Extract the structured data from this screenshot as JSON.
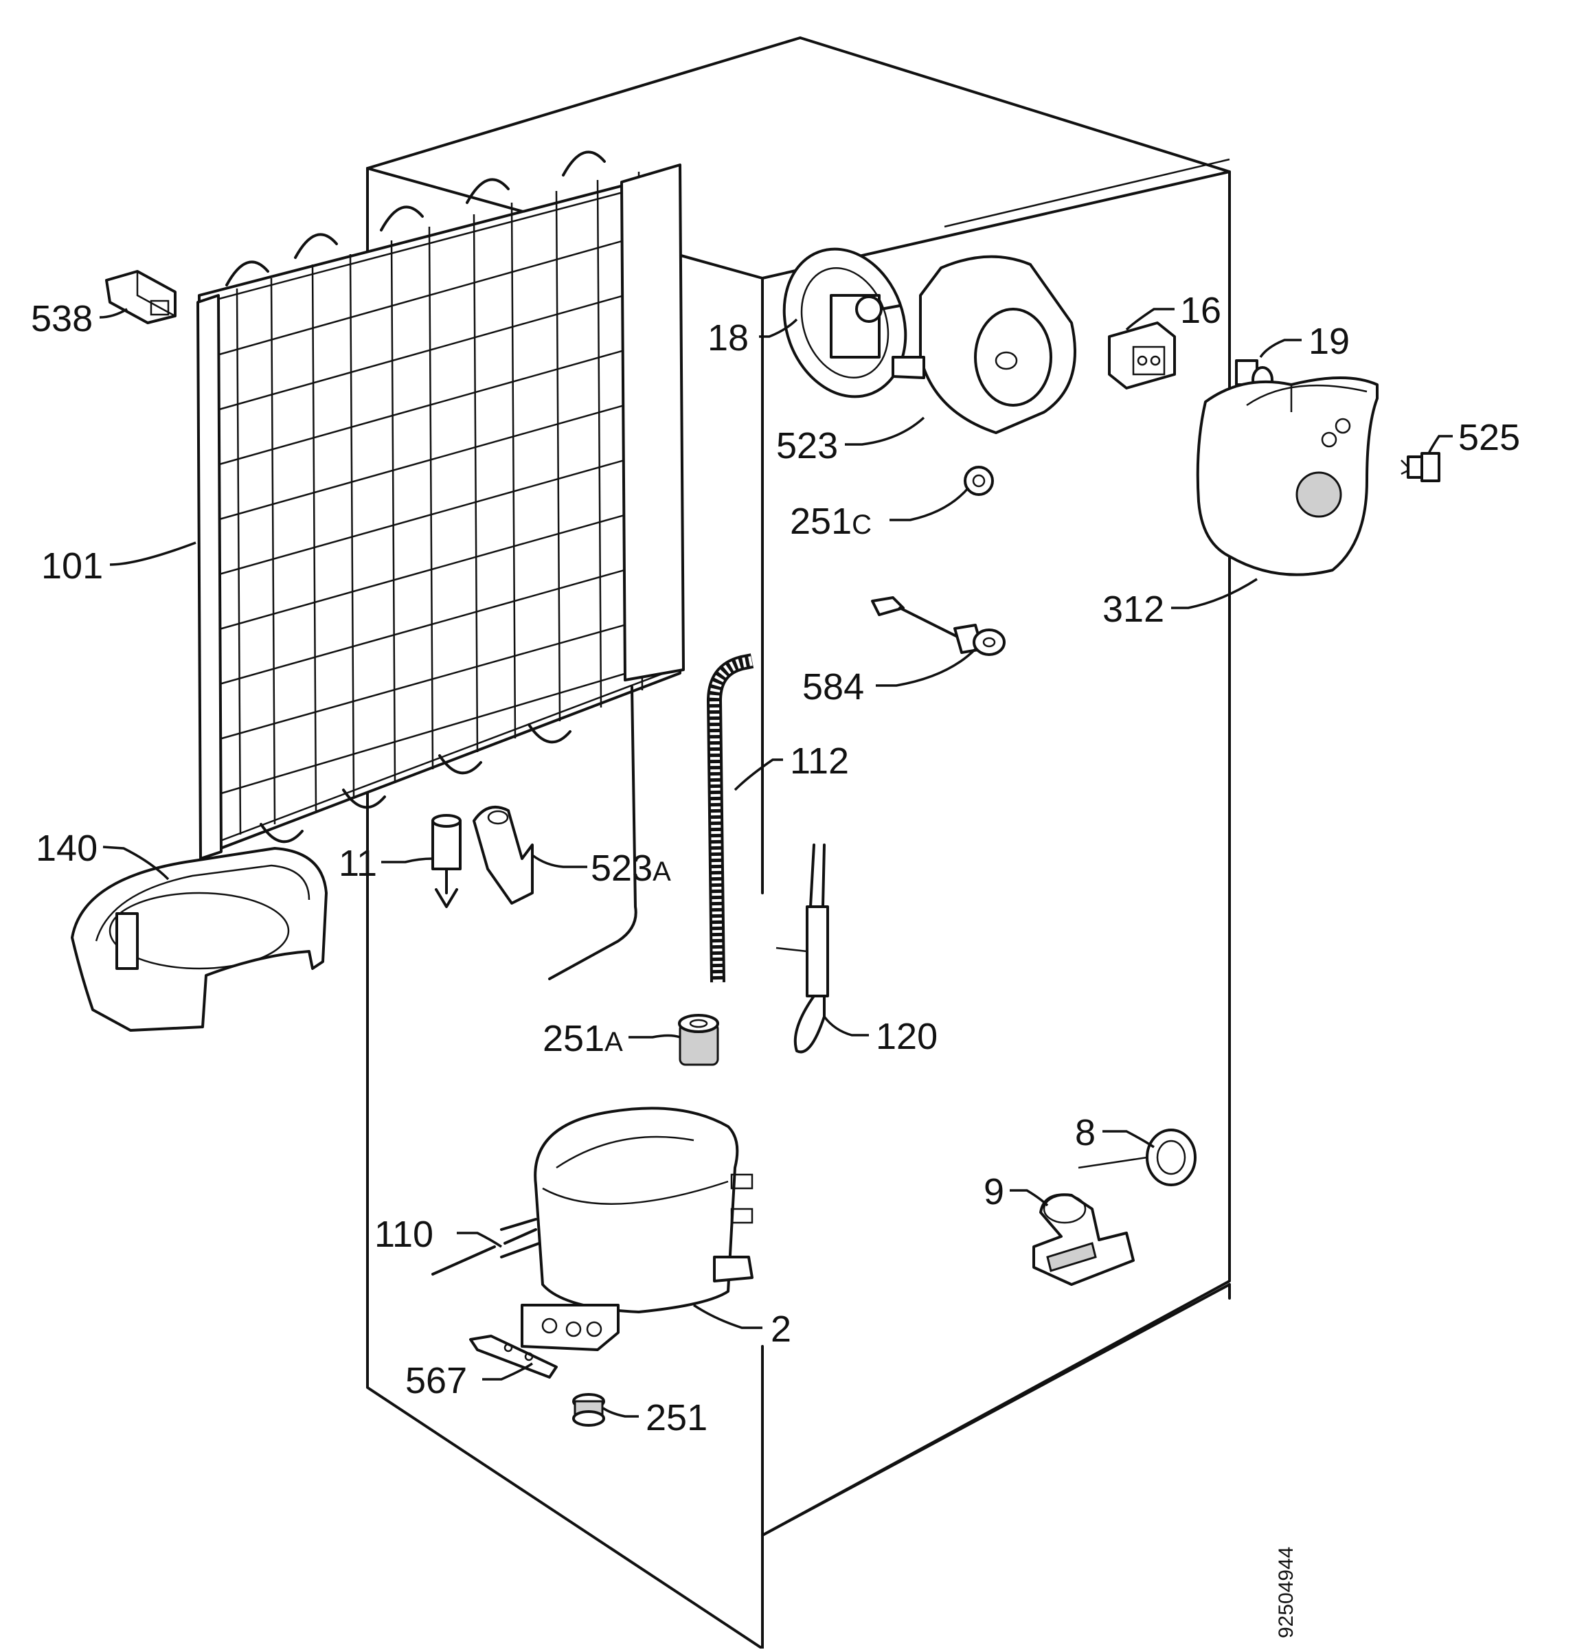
{
  "labels": {
    "p538": "538",
    "p101": "101",
    "p140": "140",
    "p11": "11",
    "p523a_num": "523",
    "p523a_suf": "A",
    "p18": "18",
    "p523": "523",
    "p16": "16",
    "p19": "19",
    "p525": "525",
    "p251c_num": "251",
    "p251c_suf": "C",
    "p312": "312",
    "p584": "584",
    "p112": "112",
    "p251a_num": "251",
    "p251a_suf": "A",
    "p120": "120",
    "p8": "8",
    "p9": "9",
    "p110": "110",
    "p2": "2",
    "p567": "567",
    "p251": "251"
  },
  "drawing_id": "92504944"
}
